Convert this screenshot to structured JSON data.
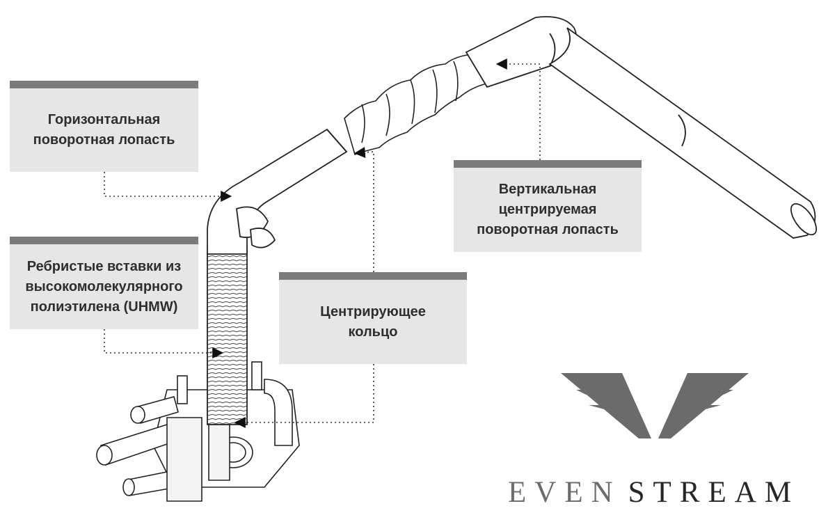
{
  "callouts": {
    "horizontal": [
      "Горизонтальная",
      "поворотная лопасть"
    ],
    "ribs": [
      "Ребристые вставки из",
      "высокомолекулярного",
      "полиэтилена (UHMW)"
    ],
    "ring": [
      "Центрирующее",
      "кольцо"
    ],
    "vertical": [
      "Вертикальная",
      "центрируемая",
      "поворотная лопасть"
    ]
  },
  "brand": {
    "part1": "EVEN",
    "part2": "STREAM"
  },
  "colors": {
    "callout_bg": "#e6e6e6",
    "callout_bar": "#7b7b7b",
    "logo": "#6b6b6b",
    "brand_dark": "#262626",
    "line": "#333333"
  }
}
